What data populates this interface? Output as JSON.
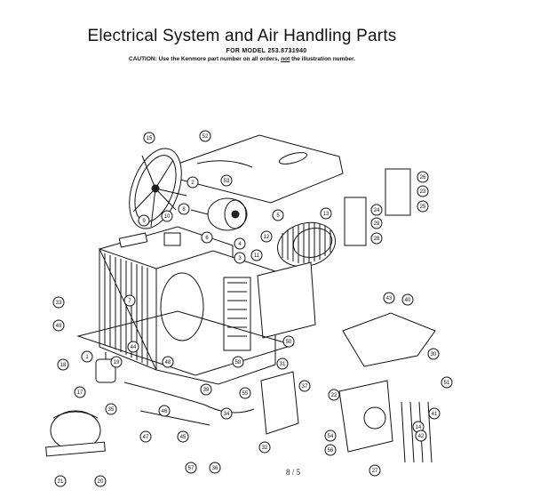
{
  "header": {
    "title": "Electrical System and Air Handling Parts",
    "model_line": "FOR MODEL 253.8731940",
    "caution_prefix": "CAUTION: Use the Kenmore part number on all orders,",
    "caution_not": "not",
    "caution_suffix": "the illustration number."
  },
  "footer": {
    "page": "8 / 5"
  },
  "callouts": [
    "15",
    "52",
    "2",
    "53",
    "5",
    "8",
    "10",
    "9",
    "13",
    "12",
    "6",
    "4",
    "11",
    "3",
    "7",
    "43",
    "40",
    "33",
    "49",
    "1",
    "44",
    "50",
    "48",
    "19",
    "18",
    "17",
    "35",
    "58",
    "34",
    "31",
    "37",
    "22",
    "39",
    "46",
    "45",
    "47",
    "57",
    "36",
    "21",
    "20",
    "32",
    "23",
    "26",
    "25",
    "24",
    "29",
    "28",
    "27",
    "14",
    "41",
    "42",
    "30",
    "51",
    "54",
    "56",
    "55"
  ]
}
